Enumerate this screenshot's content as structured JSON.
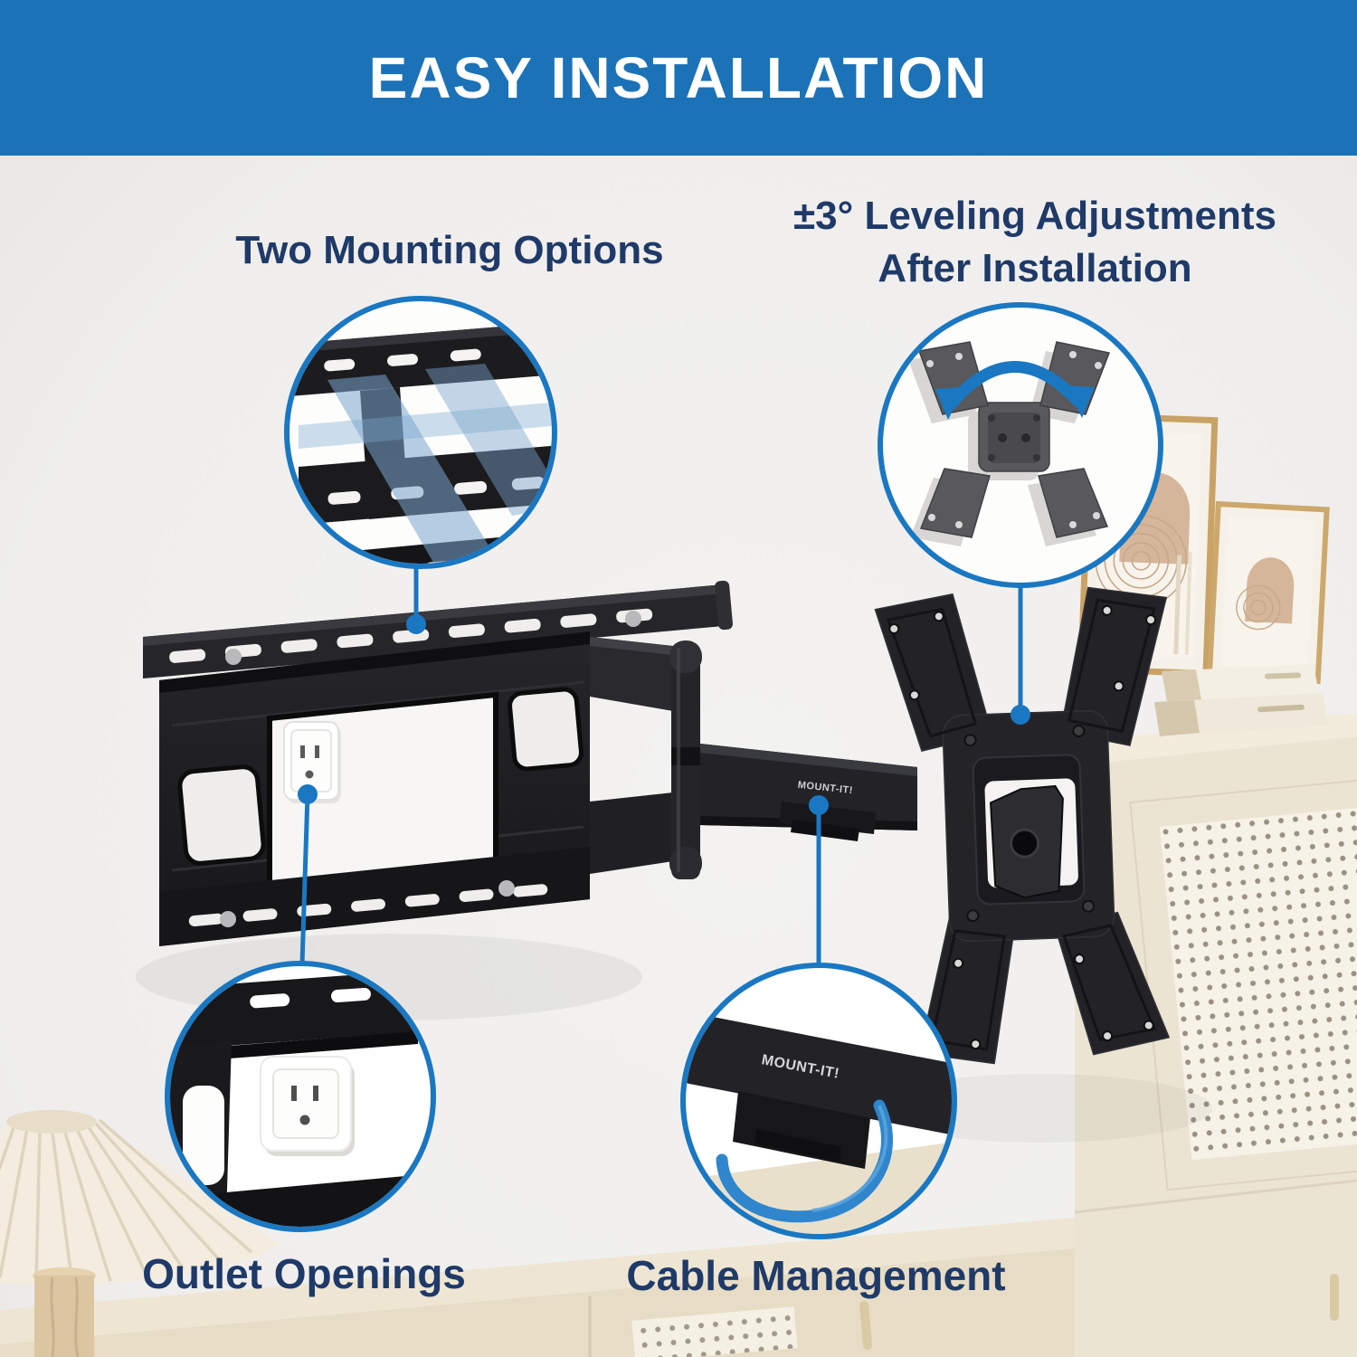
{
  "header": {
    "title": "EASY INSTALLATION"
  },
  "labels": {
    "mounting": "Two Mounting Options",
    "leveling_line1": "±3° Leveling Adjustments",
    "leveling_line2": "After Installation",
    "outlet": "Outlet Openings",
    "cable": "Cable Management"
  },
  "product": {
    "brand_arm": "MOUNT-IT!",
    "brand_circle": "MOUNT-IT!"
  },
  "colors": {
    "header_bg": "#1c72b7",
    "accent_blue": "#1a77c2",
    "label_navy": "#1f3a68",
    "wall": "#f0efec",
    "product_black": "#222226",
    "cabinet_cream": "#ece4d3",
    "cable_blue": "#2f86cd",
    "highlight_strap": "#7aa5cd"
  }
}
